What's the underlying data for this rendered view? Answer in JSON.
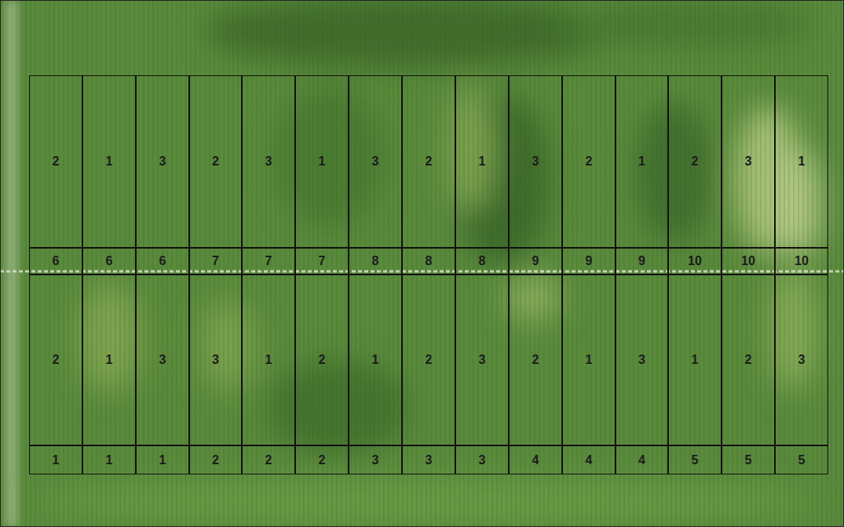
{
  "diagram": {
    "nodes": [
      {
        "text": [
          "2"
        ]
      },
      {
        "text": [
          "1"
        ]
      },
      {
        "text": [
          "3"
        ]
      },
      {
        "text": [
          "2"
        ]
      },
      {
        "text": [
          "3"
        ]
      },
      {
        "text": [
          "1"
        ]
      },
      {
        "text": [
          "3"
        ]
      },
      {
        "text": [
          "2"
        ]
      },
      {
        "text": [
          "1"
        ]
      },
      {
        "text": [
          "3"
        ]
      },
      {
        "text": [
          "2"
        ]
      },
      {
        "text": [
          "1"
        ]
      },
      {
        "text": [
          "2"
        ]
      },
      {
        "text": [
          "3"
        ]
      },
      {
        "text": [
          "1"
        ]
      },
      {
        "text": [
          "6"
        ]
      },
      {
        "text": [
          "6"
        ]
      },
      {
        "text": [
          "6"
        ]
      },
      {
        "text": [
          "7"
        ]
      },
      {
        "text": [
          "7"
        ]
      },
      {
        "text": [
          "7"
        ]
      },
      {
        "text": [
          "8"
        ]
      },
      {
        "text": [
          "8"
        ]
      },
      {
        "text": [
          "8"
        ]
      },
      {
        "text": [
          "9"
        ]
      },
      {
        "text": [
          "9"
        ]
      },
      {
        "text": [
          "9"
        ]
      },
      {
        "text": [
          "10"
        ]
      },
      {
        "text": [
          "10"
        ]
      },
      {
        "text": [
          "10"
        ]
      },
      {
        "text": [
          "2"
        ]
      },
      {
        "text": [
          "1"
        ]
      },
      {
        "text": [
          "3"
        ]
      },
      {
        "text": [
          "3"
        ]
      },
      {
        "text": [
          "1"
        ]
      },
      {
        "text": [
          "2"
        ]
      },
      {
        "text": [
          "1"
        ]
      },
      {
        "text": [
          "2"
        ]
      },
      {
        "text": [
          "3"
        ]
      },
      {
        "text": [
          "2"
        ]
      },
      {
        "text": [
          "1"
        ]
      },
      {
        "text": [
          "3"
        ]
      },
      {
        "text": [
          "1"
        ]
      },
      {
        "text": [
          "2"
        ]
      },
      {
        "text": [
          "3"
        ]
      },
      {
        "text": [
          "1"
        ]
      },
      {
        "text": [
          "1"
        ]
      },
      {
        "text": [
          "1"
        ]
      },
      {
        "text": [
          "2"
        ]
      },
      {
        "text": [
          "2"
        ]
      },
      {
        "text": [
          "2"
        ]
      },
      {
        "text": [
          "3"
        ]
      },
      {
        "text": [
          "3"
        ]
      },
      {
        "text": [
          "3"
        ]
      },
      {
        "text": [
          "4"
        ]
      },
      {
        "text": [
          "4"
        ]
      },
      {
        "text": [
          "4"
        ]
      },
      {
        "text": [
          "5"
        ]
      },
      {
        "text": [
          "5"
        ]
      },
      {
        "text": [
          "5"
        ]
      }
    ]
  }
}
